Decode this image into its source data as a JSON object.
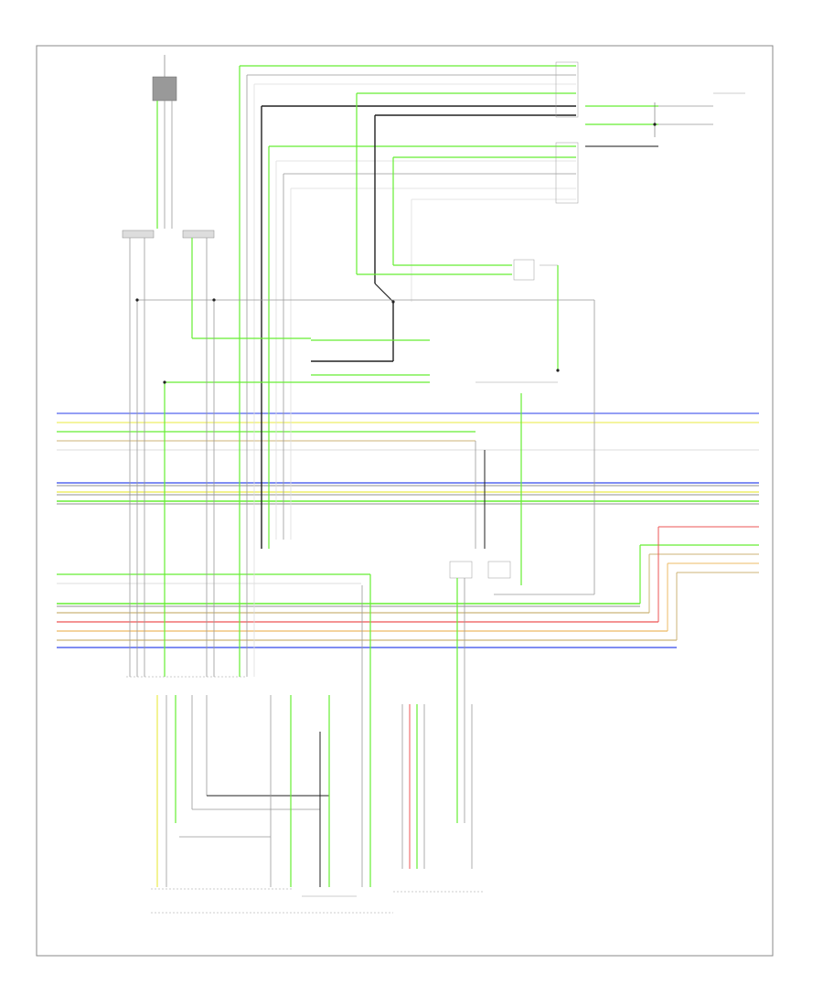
{
  "diagram": {
    "title": "",
    "corner_code": "",
    "wire_colors": {
      "green": "#66ee33",
      "blue": "#5566ee",
      "yellow": "#eeee66",
      "red": "#ee5555",
      "orange": "#eebb66",
      "tan": "#ccb377",
      "black": "#222222",
      "gray": "#999999",
      "white": "#dddddd",
      "frame": "#888888"
    },
    "components": [
      {
        "id": "antenna_connector",
        "label": ""
      },
      {
        "id": "left_connector",
        "label": ""
      },
      {
        "id": "right_connector",
        "label": ""
      },
      {
        "id": "right_side_unit",
        "label": ""
      },
      {
        "id": "bottom_connector_group",
        "label": ""
      },
      {
        "id": "left_unit",
        "label": ""
      },
      {
        "id": "middle_unit",
        "label": ""
      },
      {
        "id": "lower_right_module",
        "label": ""
      }
    ]
  }
}
